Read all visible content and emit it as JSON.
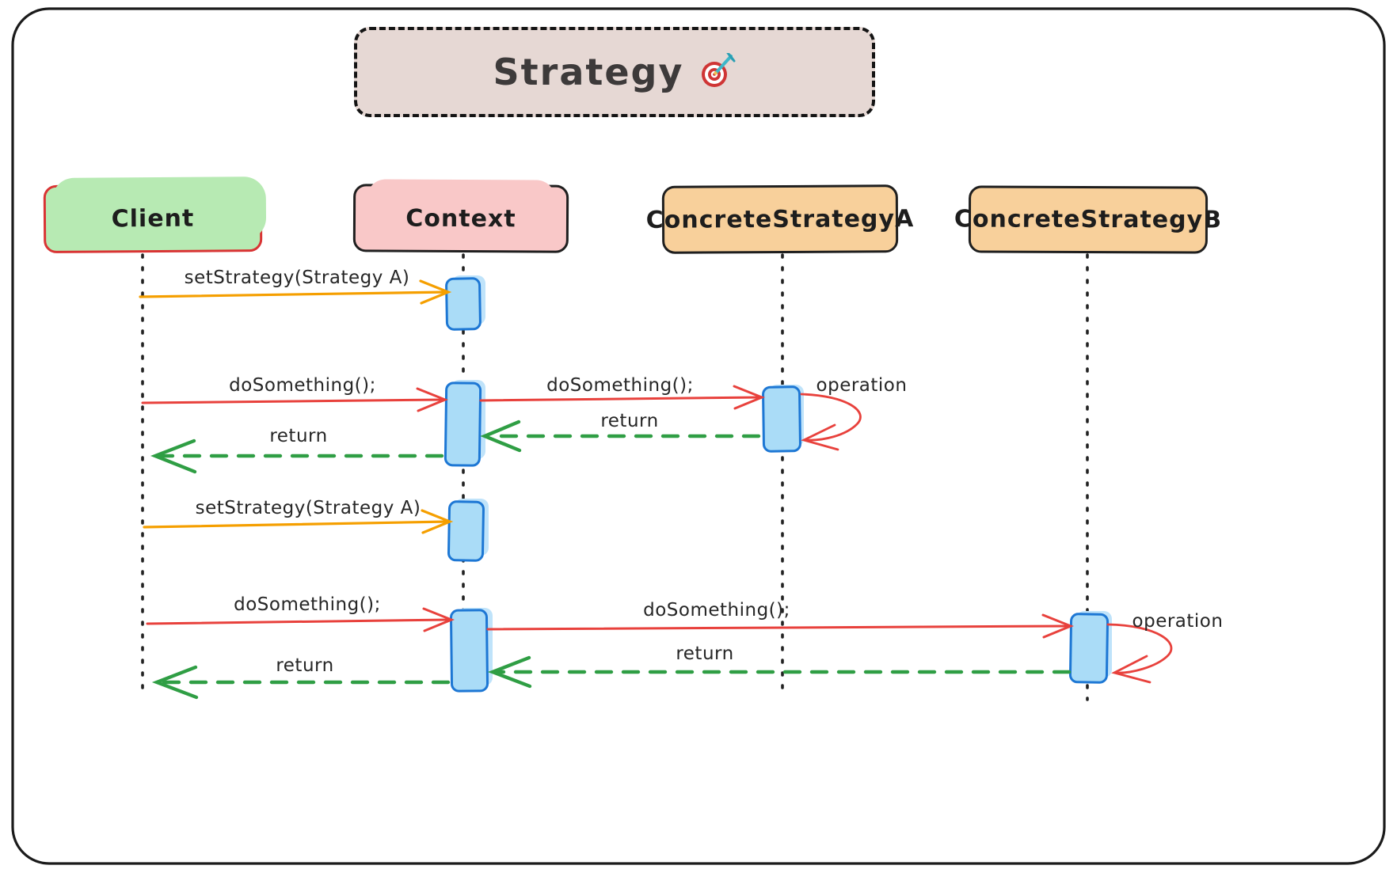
{
  "title": {
    "label": "Strategy",
    "icon": "target-dart-icon"
  },
  "participants": [
    {
      "id": "client",
      "label": "Client",
      "fill": "#b7eab3",
      "border": "#d93434"
    },
    {
      "id": "context",
      "label": "Context",
      "fill": "#f9c8c8",
      "border": "#1f1f1f"
    },
    {
      "id": "concrete-strategy-a",
      "label": "ConcreteStrategyA",
      "fill": "#f8d09b",
      "border": "#1f1f1f"
    },
    {
      "id": "concrete-strategy-b",
      "label": "ConcreteStrategyB",
      "fill": "#f8d09b",
      "border": "#1f1f1f"
    }
  ],
  "messages": [
    {
      "label": "setStrategy(Strategy A)",
      "from": "Client",
      "to": "Context",
      "style": "solid",
      "color": "#f59f00"
    },
    {
      "label": "doSomething();",
      "from": "Client",
      "to": "Context",
      "style": "solid",
      "color": "#e8413c"
    },
    {
      "label": "doSomething();",
      "from": "Context",
      "to": "ConcreteStrategyA",
      "style": "solid",
      "color": "#e8413c"
    },
    {
      "label": "operation",
      "from": "ConcreteStrategyA",
      "to": "ConcreteStrategyA",
      "style": "self-loop",
      "color": "#e8413c"
    },
    {
      "label": "return",
      "from": "ConcreteStrategyA",
      "to": "Context",
      "style": "dashed",
      "color": "#2f9e44"
    },
    {
      "label": "return",
      "from": "Context",
      "to": "Client",
      "style": "dashed",
      "color": "#2f9e44"
    },
    {
      "label": "setStrategy(Strategy A)",
      "from": "Client",
      "to": "Context",
      "style": "solid",
      "color": "#f59f00"
    },
    {
      "label": "doSomething();",
      "from": "Client",
      "to": "Context",
      "style": "solid",
      "color": "#e8413c"
    },
    {
      "label": "doSomething();",
      "from": "Context",
      "to": "ConcreteStrategyB",
      "style": "solid",
      "color": "#e8413c"
    },
    {
      "label": "operation",
      "from": "ConcreteStrategyB",
      "to": "ConcreteStrategyB",
      "style": "self-loop",
      "color": "#e8413c"
    },
    {
      "label": "return",
      "from": "ConcreteStrategyB",
      "to": "Context",
      "style": "dashed",
      "color": "#2f9e44"
    },
    {
      "label": "return",
      "from": "Context",
      "to": "Client",
      "style": "dashed",
      "color": "#2f9e44"
    }
  ],
  "colors": {
    "title_bg": "#e6d8d4",
    "client_fill": "#b7eab3",
    "client_border": "#d93434",
    "context_fill": "#f9c8c8",
    "strategy_fill": "#f8d09b",
    "activation_fill": "#aadcf7",
    "activation_border": "#1d77d4",
    "call_red": "#e8413c",
    "set_strategy_orange": "#f59f00",
    "return_green": "#2f9e44",
    "lifeline": "#222222",
    "text": "#262626"
  }
}
